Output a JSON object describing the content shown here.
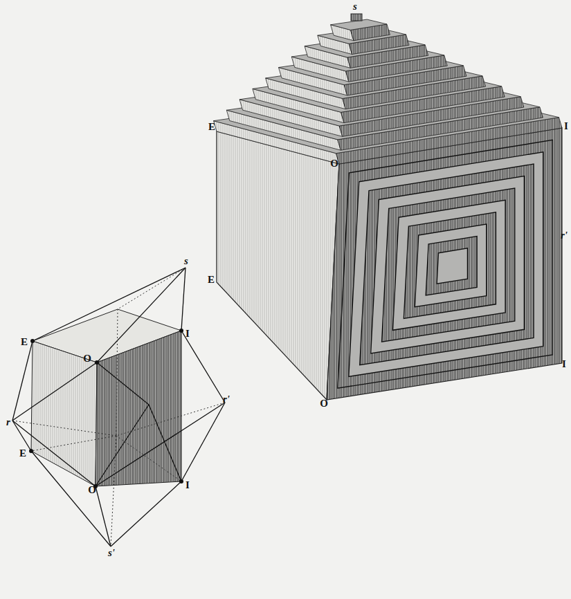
{
  "diagram": {
    "labels": [
      "s",
      "E",
      "I",
      "O",
      "r'",
      "E",
      "O",
      "I",
      "s",
      "E",
      "O",
      "I",
      "r",
      "r'",
      "E",
      "O",
      "I",
      "s'"
    ]
  }
}
